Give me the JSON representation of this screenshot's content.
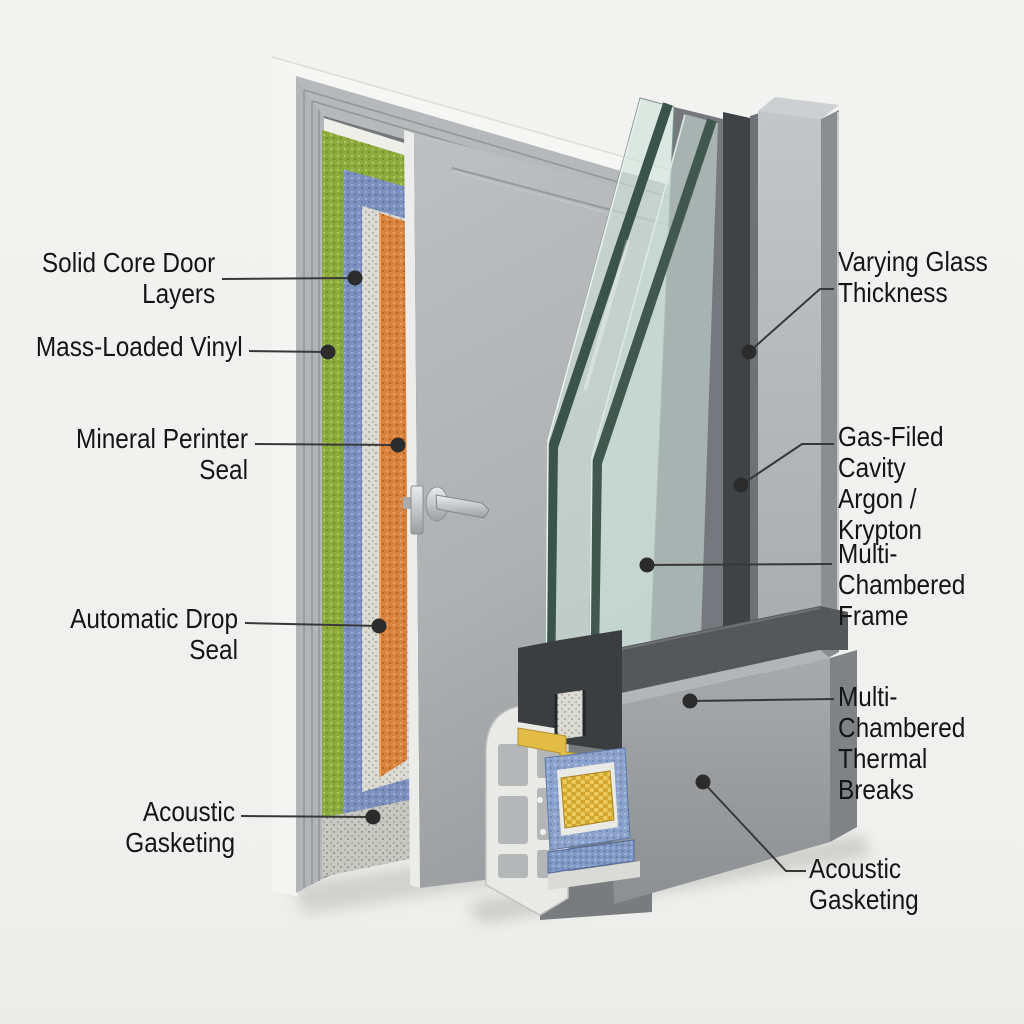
{
  "figure": {
    "type": "soundproof-door-and-window-cutaway-diagram",
    "background_color": "#f1f1ef",
    "door": {
      "frame_color": "#b6b9bb",
      "leaf_color": "#b2b5b7",
      "layer_colors": {
        "green_acoustic_panel": "#8cab3c",
        "blue_mass_loaded_vinyl": "#7b90bc",
        "white_mineral_layer": "#dcdcd5",
        "orange_damping_layer": "#d8823e"
      }
    },
    "window": {
      "glass_tint": "#cfe0d9",
      "glass_edge": "#35504a",
      "sash_dark": "#43474a",
      "frame_post": "#b4b7b9",
      "thermal_break_yellow": "#e2bc45",
      "foam_core_blue": "#8ba3cc",
      "honeycomb_core_yellow": "#d2a62e",
      "sill_gray": "#9a9ea0"
    },
    "leader_line_color": "#383838",
    "leader_dot_color": "#2c2c2c"
  },
  "labels": {
    "left": [
      {
        "id": "solid-core-door-layers",
        "text": "Solid Core Door\nLayers"
      },
      {
        "id": "mass-loaded-vinyl",
        "text": "Mass-Loaded Vinyl"
      },
      {
        "id": "mineral-perimeter-seal",
        "text": "Mineral Perinter Seal"
      },
      {
        "id": "automatic-drop-seal",
        "text": "Automatic Drop Seal"
      },
      {
        "id": "acoustic-gasketing-door",
        "text": "Acoustic Gasketing"
      }
    ],
    "right": [
      {
        "id": "varying-glass-thickness",
        "text": "Varying Glass\nThickness"
      },
      {
        "id": "gas-filled-cavity",
        "text": "Gas-Filed Cavity\nArgon / Krypton"
      },
      {
        "id": "multi-chambered-frame",
        "text": "Multi-Chambered\nFrame"
      },
      {
        "id": "multi-chambered-thermal-breaks",
        "text": "Multi-Chambered\nThermal Breaks"
      },
      {
        "id": "acoustic-gasketing-window",
        "text": "Acoustic Gasketing"
      }
    ]
  }
}
